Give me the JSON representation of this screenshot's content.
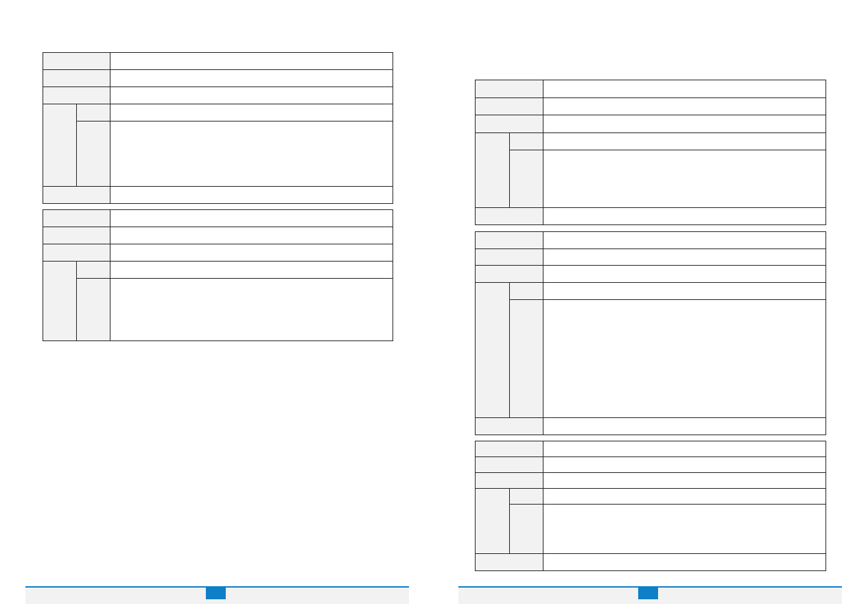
{
  "theme": {
    "border_color": "#222222",
    "header_fill": "#f2f2f2",
    "footer_fill": "#f2f2f2",
    "accent": "#0f7fc8"
  },
  "pages": [
    {
      "name": "left-page",
      "tables": 2
    },
    {
      "name": "right-page",
      "tables": 3
    }
  ]
}
